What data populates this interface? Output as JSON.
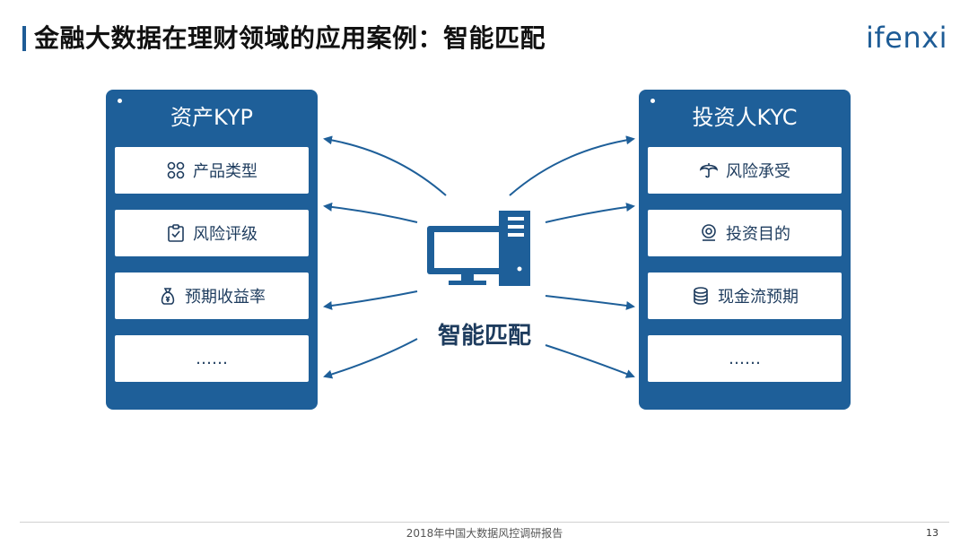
{
  "header": {
    "title": "金融大数据在理财领域的应用案例：智能匹配",
    "logo": "ifenxi"
  },
  "left_panel": {
    "title": "资产KYP",
    "items": [
      {
        "label": "产品类型",
        "icon": "grid-icon"
      },
      {
        "label": "风险评级",
        "icon": "clipboard-check-icon"
      },
      {
        "label": "预期收益率",
        "icon": "money-bag-icon"
      },
      {
        "label": "……",
        "icon": ""
      }
    ]
  },
  "right_panel": {
    "title": "投资人KYC",
    "items": [
      {
        "label": "风险承受",
        "icon": "umbrella-icon"
      },
      {
        "label": "投资目的",
        "icon": "target-pin-icon"
      },
      {
        "label": "现金流预期",
        "icon": "coin-stack-icon"
      },
      {
        "label": "……",
        "icon": ""
      }
    ]
  },
  "center": {
    "label": "智能匹配",
    "icon": "computer-icon"
  },
  "footer": {
    "text": "2018年中国大数据风控调研报告",
    "page": "13"
  },
  "colors": {
    "primary": "#1e5f99",
    "text_dark": "#1e3c5e"
  }
}
